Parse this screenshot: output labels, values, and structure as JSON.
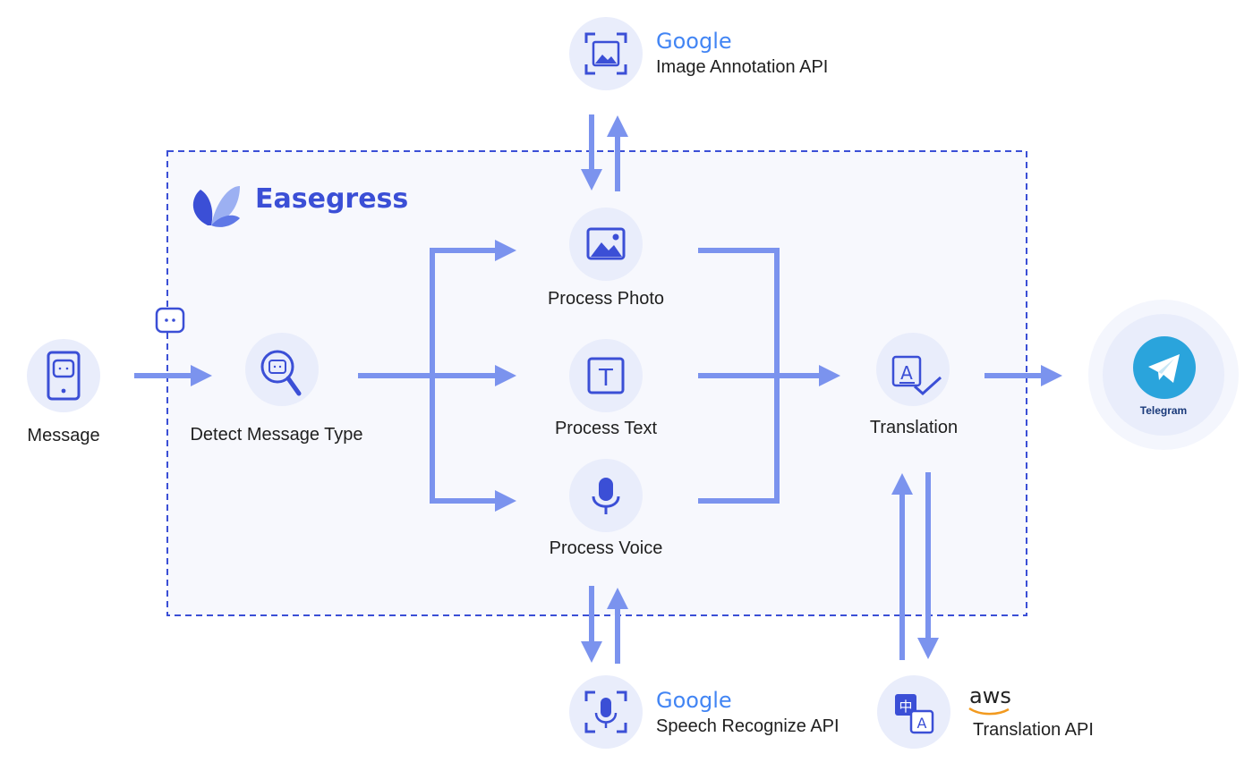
{
  "colors": {
    "arrow": "#7b93ee",
    "icon": "#3b4fd6",
    "circle_bg": "#e9edfb",
    "container_border": "#3b4fd6",
    "container_fill": "#f7f8fd",
    "telegram_blue": "#2aa4dc",
    "google_blue": "#4285f4",
    "google_red": "#ea4335",
    "google_yellow": "#fbbc05",
    "google_green": "#34a853"
  },
  "container": {
    "brand": "Easegress",
    "logo_icon": "butterfly-logo-icon"
  },
  "nodes": {
    "message": {
      "label": "Message",
      "icon": "phone-chat-icon"
    },
    "detect": {
      "label": "Detect Message Type",
      "icon": "magnifier-chat-icon"
    },
    "photo": {
      "label": "Process Photo",
      "icon": "image-icon"
    },
    "text": {
      "label": "Process Text",
      "icon": "text-t-icon"
    },
    "voice": {
      "label": "Process Voice",
      "icon": "microphone-icon"
    },
    "translation": {
      "label": "Translation",
      "icon": "translate-check-icon"
    },
    "telegram": {
      "label": "Telegram",
      "icon": "telegram-plane-icon"
    }
  },
  "external": {
    "image_api": {
      "provider": "Google",
      "label": "Image Annotation API",
      "icon": "image-scan-icon"
    },
    "speech_api": {
      "provider": "Google",
      "label": "Speech Recognize API",
      "icon": "microphone-scan-icon"
    },
    "translate_api": {
      "provider": "aws",
      "label": "Translation API",
      "icon": "chinese-a-translate-icon"
    }
  },
  "badge": {
    "icon": "chat-bubble-icon"
  }
}
